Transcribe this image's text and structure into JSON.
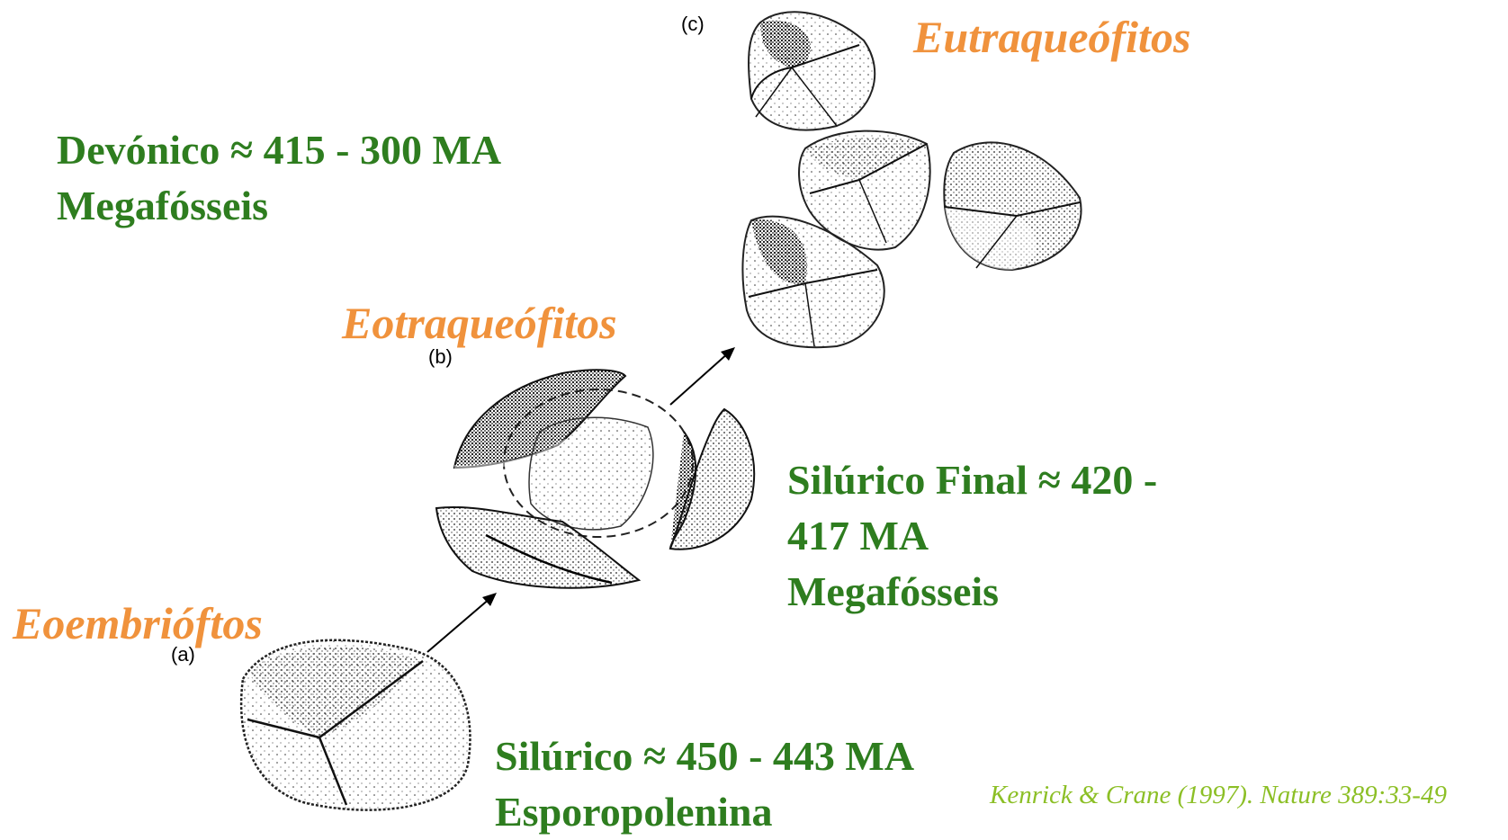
{
  "labels": {
    "c": "(c)",
    "b": "(b)",
    "a": "(a)"
  },
  "groups": {
    "eutraqueofitos": "Eutraqueófitos",
    "eotraqueofitos": "Eotraqueófitos",
    "eoembriofitos": "Eoembrióftos"
  },
  "periods": {
    "devonico": {
      "line1": "Devónico ≈ 415 - 300 MA",
      "line2": "Megafósseis"
    },
    "siluricoFinal": {
      "line1": "Silúrico Final ≈ 420 -",
      "line2": "417 MA",
      "line3": "Megafósseis"
    },
    "silurico": {
      "line1": "Silúrico ≈ 450 - 443 MA",
      "line2": "Esporopolenina"
    }
  },
  "citation": "Kenrick & Crane (1997). Nature 389:33-49",
  "colors": {
    "green": "#2e7d1f",
    "orange": "#f0923c",
    "citation": "#8cbf26"
  }
}
